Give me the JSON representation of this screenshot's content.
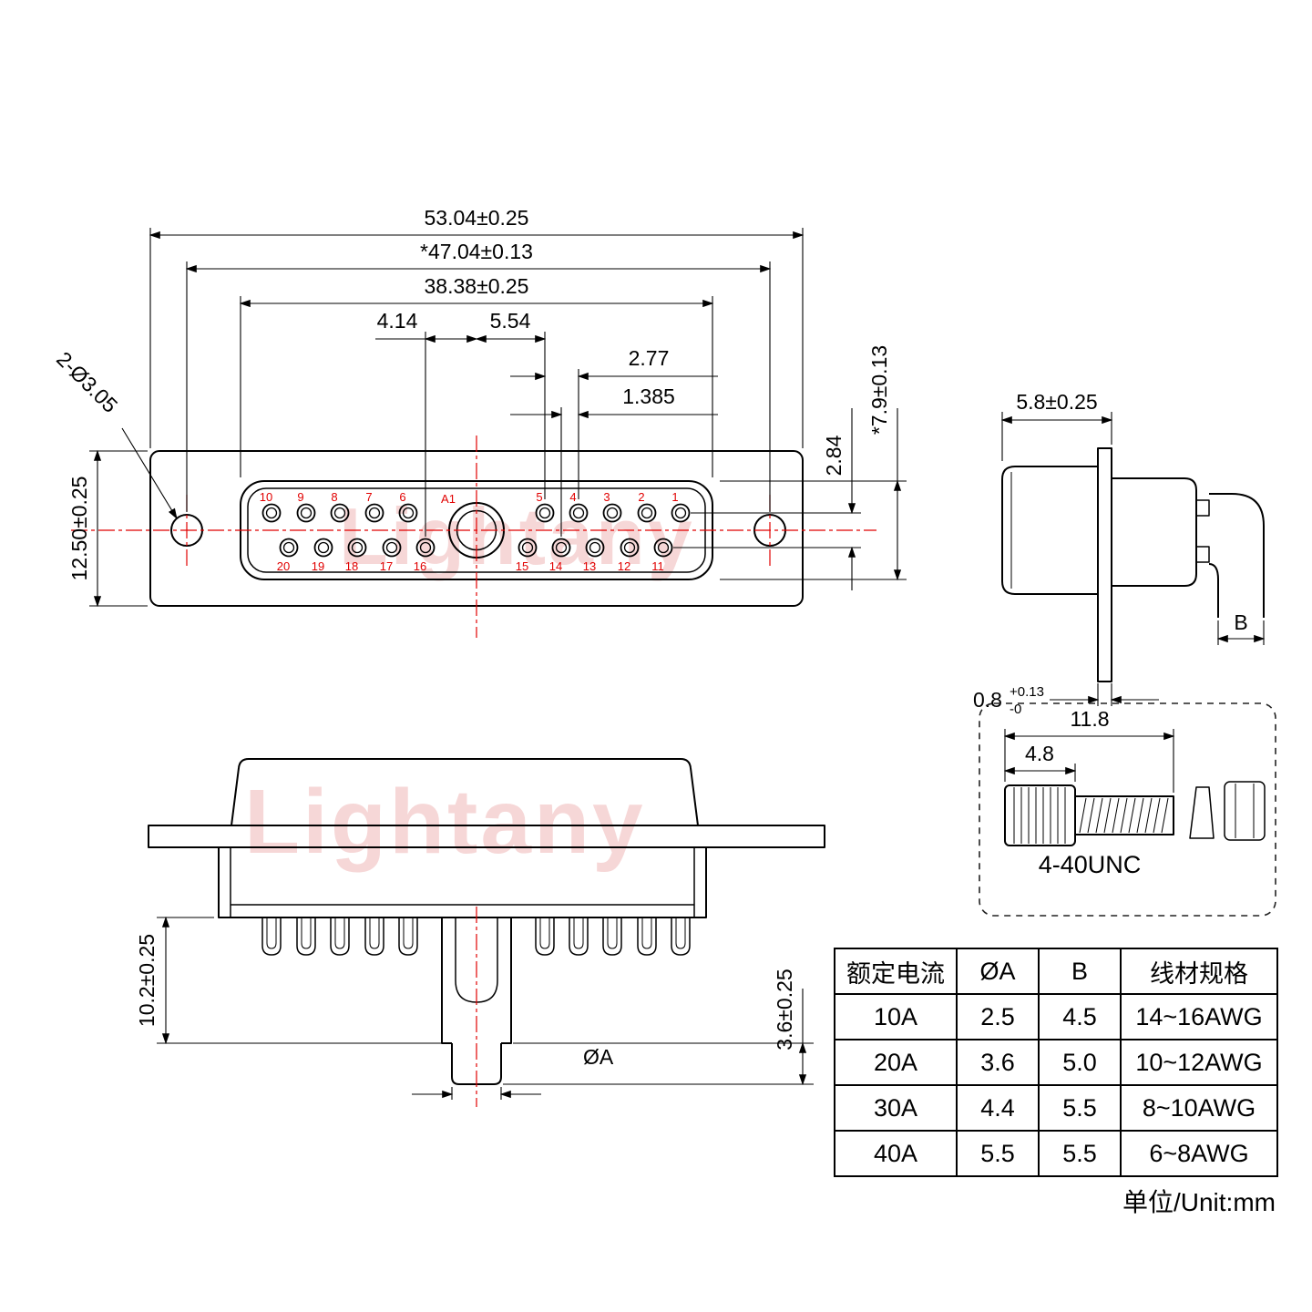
{
  "colors": {
    "line": "#000000",
    "accent_red": "#e10000",
    "watermark": "#eeb0b0"
  },
  "meta": {
    "unit_label": "单位/Unit:mm",
    "watermark_text": "Lightany"
  },
  "front_view": {
    "dims": {
      "overall_width": "53.04±0.25",
      "mount_spacing": "*47.04±0.13",
      "shell_width": "38.38±0.25",
      "pin16_to_center": "4.14",
      "center_to_pin5": "5.54",
      "pin_pitch": "2.77",
      "row_offset": "1.385",
      "row_spacing": "2.84",
      "shell_height": "*7.9±0.13",
      "flange_height": "12.50±0.25",
      "mount_holes": "2-Ø3.05"
    },
    "pins": {
      "big": "A1",
      "top": [
        "10",
        "9",
        "8",
        "7",
        "6",
        "5",
        "4",
        "3",
        "2",
        "1"
      ],
      "bottom": [
        "20",
        "19",
        "18",
        "17",
        "16",
        "15",
        "14",
        "13",
        "12",
        "11"
      ]
    }
  },
  "side_view": {
    "dims": {
      "front_depth": "5.8±0.25",
      "flange_thickness": "0.8",
      "flange_tol_plus": "+0.13",
      "flange_tol_minus": "-0",
      "cup_width": "B"
    }
  },
  "section_view": {
    "dims": {
      "tail_length": "10.2±0.25",
      "tip_length": "3.6±0.25",
      "pin_diameter": "ØA"
    }
  },
  "screw_detail": {
    "dims": {
      "total_length": "11.8",
      "head_length": "4.8"
    },
    "thread_spec": "4-40UNC"
  },
  "spec_table": {
    "headers": [
      "额定电流",
      "ØA",
      "B",
      "线材规格"
    ],
    "rows": [
      [
        "10A",
        "2.5",
        "4.5",
        "14~16AWG"
      ],
      [
        "20A",
        "3.6",
        "5.0",
        "10~12AWG"
      ],
      [
        "30A",
        "4.4",
        "5.5",
        "8~10AWG"
      ],
      [
        "40A",
        "5.5",
        "5.5",
        "6~8AWG"
      ]
    ]
  }
}
